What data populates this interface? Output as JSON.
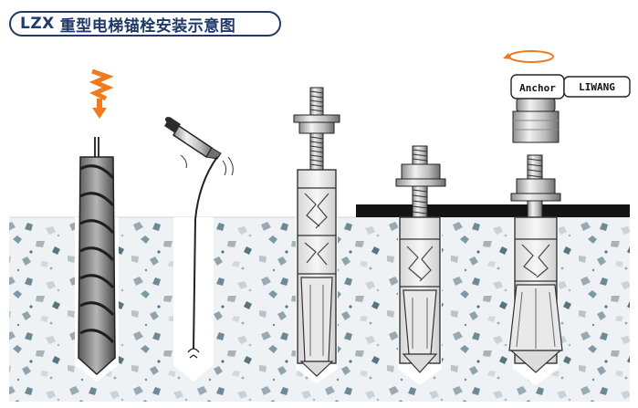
{
  "title": {
    "code": "LZX",
    "text": "重型电梯锚栓安装示意图"
  },
  "tool": {
    "brand_label": "Anchor",
    "brand_name": "LIWANG"
  },
  "colors": {
    "title_border": "#1f3a68",
    "title_text": "#1f3a68",
    "arrow": "#f07a1e",
    "rotate_arrow": "#f07a1e",
    "concrete_bg": "#f1f4f6",
    "plate": "#141414"
  },
  "steps": [
    {
      "name": "drilling",
      "icon": "drill-bit-icon"
    },
    {
      "name": "cleaning",
      "icon": "blower-icon"
    },
    {
      "name": "inserting",
      "icon": "anchor-bolt-icon"
    },
    {
      "name": "fixing",
      "icon": "anchor-with-plate-icon"
    },
    {
      "name": "tightening",
      "icon": "torque-wrench-icon"
    }
  ]
}
